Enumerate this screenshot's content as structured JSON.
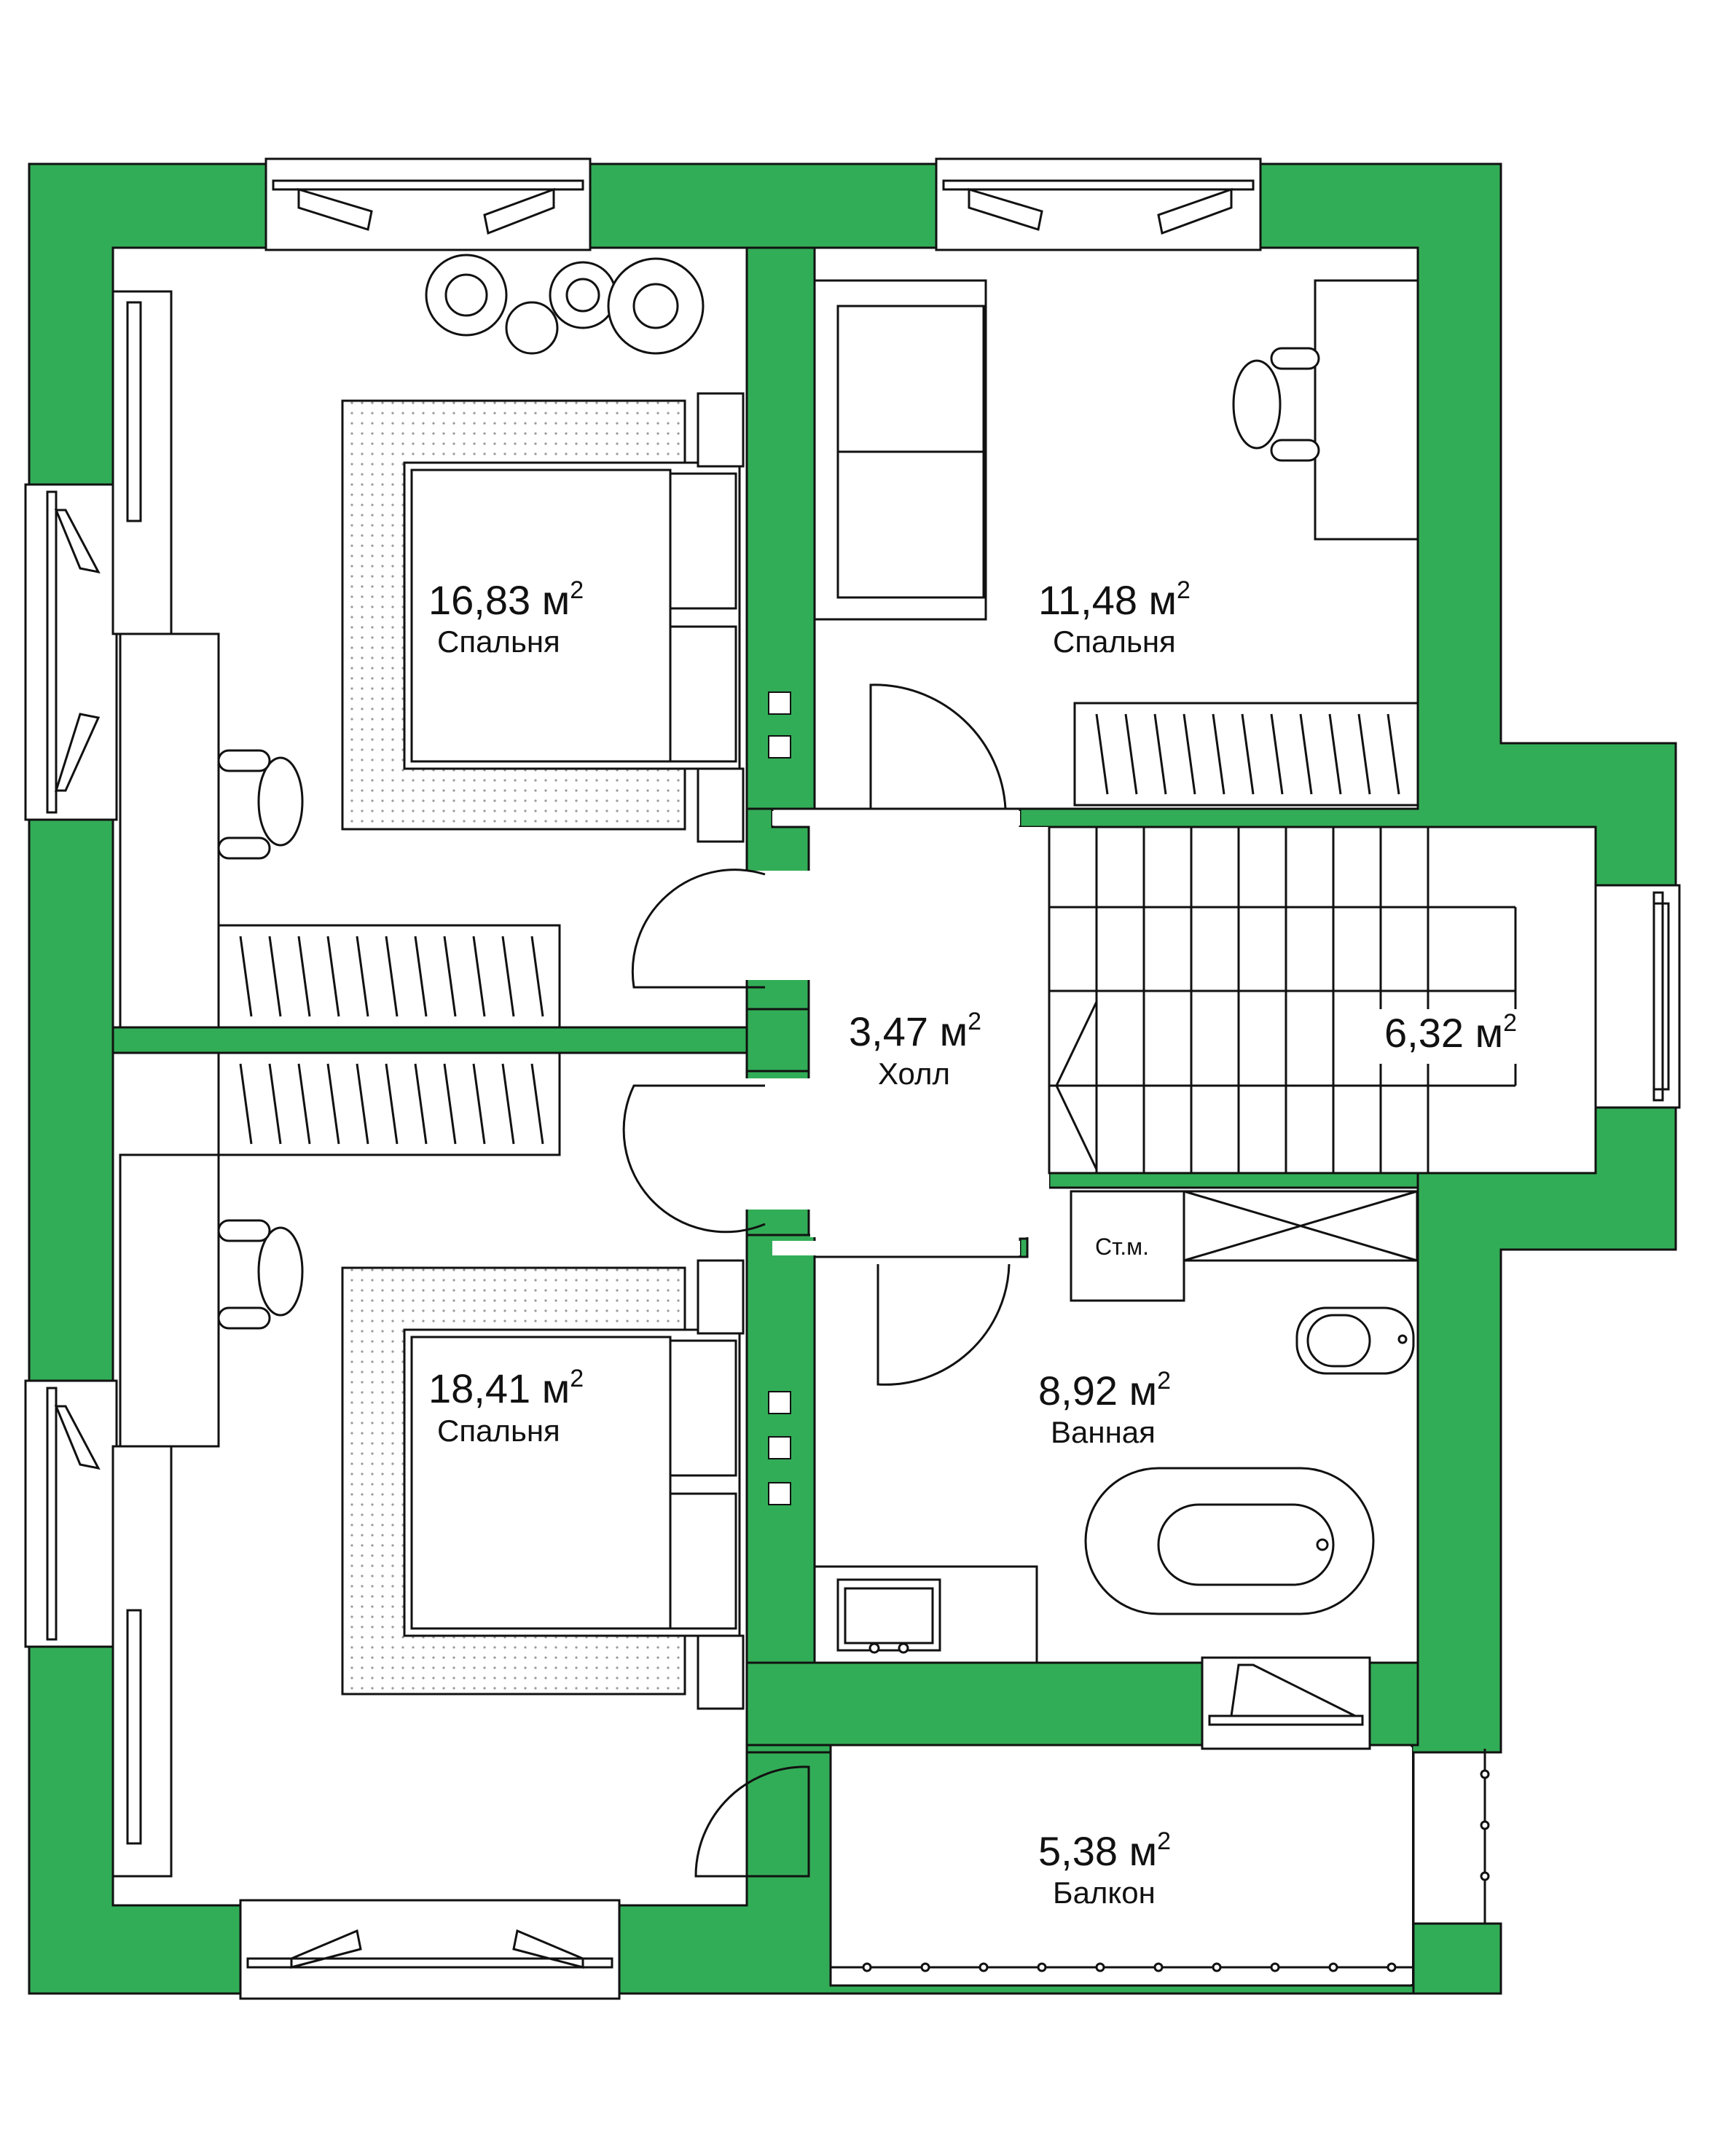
{
  "colors": {
    "wall": "#32AD57",
    "line": "#111111",
    "floor": "#ffffff",
    "rug": "#f2f2f2"
  },
  "area_unit": "м",
  "area_exponent": "2",
  "rooms": {
    "bedroom_top_left": {
      "area": "16,83",
      "name": "Спальня"
    },
    "bedroom_top_right": {
      "area": "11,48",
      "name": "Спальня"
    },
    "hall": {
      "area": "3,47",
      "name": "Холл"
    },
    "stairs": {
      "area": "6,32",
      "name": ""
    },
    "bedroom_bottom_left": {
      "area": "18,41",
      "name": "Спальня"
    },
    "bathroom": {
      "area": "8,92",
      "name": "Ванная"
    },
    "balcony": {
      "area": "5,38",
      "name": "Балкон"
    }
  },
  "fixtures": {
    "washer_label": "Ст.м."
  }
}
